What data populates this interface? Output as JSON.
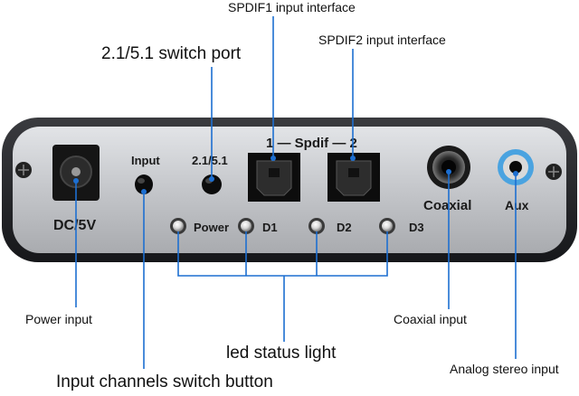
{
  "callouts": {
    "spdif1": "SPDIF1 input interface",
    "spdif2": "SPDIF2 input interface",
    "switch_port": "2.1/5.1 switch port",
    "power_input": "Power input",
    "coaxial_input": "Coaxial input",
    "led_status": "led status light",
    "input_switch_button": "Input channels switch button",
    "analog_input": "Analog stereo input"
  },
  "panel_labels": {
    "dc": "DC/5V",
    "input": "Input",
    "switch": "2.1/5.1",
    "spdif_header": "1 — Spdif — 2",
    "coaxial": "Coaxial",
    "aux": "Aux",
    "power": "Power",
    "d1": "D1",
    "d2": "D2",
    "d3": "D3"
  },
  "colors": {
    "panel_body": "#2a2b2e",
    "panel_face": "#c9cbcf",
    "leader_line": "#1d6fd1",
    "aux_ring": "#4aa3e0"
  }
}
